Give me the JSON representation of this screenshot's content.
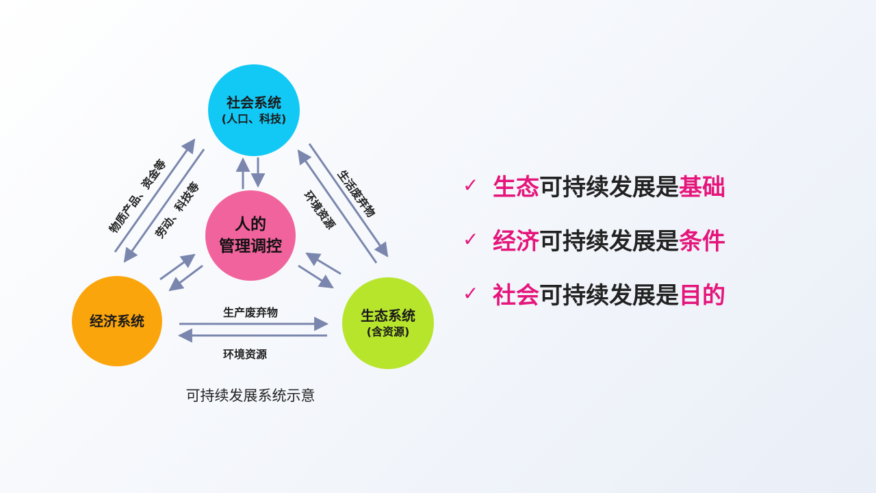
{
  "diagram": {
    "nodes": {
      "social": {
        "main": "社会系统",
        "sub": "(人口、科技)"
      },
      "human": {
        "line1": "人的",
        "line2": "管理调控"
      },
      "economy": {
        "main": "经济系统"
      },
      "ecology": {
        "main": "生态系统",
        "sub": "(含资源)"
      }
    },
    "flows": {
      "econ_to_social": "物质产品、资金等",
      "social_to_econ": "劳动、科技等",
      "social_to_eco": "生活废弃物",
      "eco_to_social": "环境资源",
      "econ_to_eco": "生产废弃物",
      "eco_to_econ": "环境资源"
    },
    "caption": "可持续发展系统示意"
  },
  "points": [
    {
      "check": "✓",
      "hl1": "生态",
      "mid": "可持续发展是",
      "hl2": "基础"
    },
    {
      "check": "✓",
      "hl1": "经济",
      "mid": "可持续发展是",
      "hl2": "条件"
    },
    {
      "check": "✓",
      "hl1": "社会",
      "mid": "可持续发展是",
      "hl2": "目的"
    }
  ],
  "colors": {
    "social": "#12c8f4",
    "human": "#f1639d",
    "economy": "#fba50c",
    "ecology": "#b7e52c",
    "arrow": "#7a86ad",
    "highlight": "#e5157b"
  }
}
